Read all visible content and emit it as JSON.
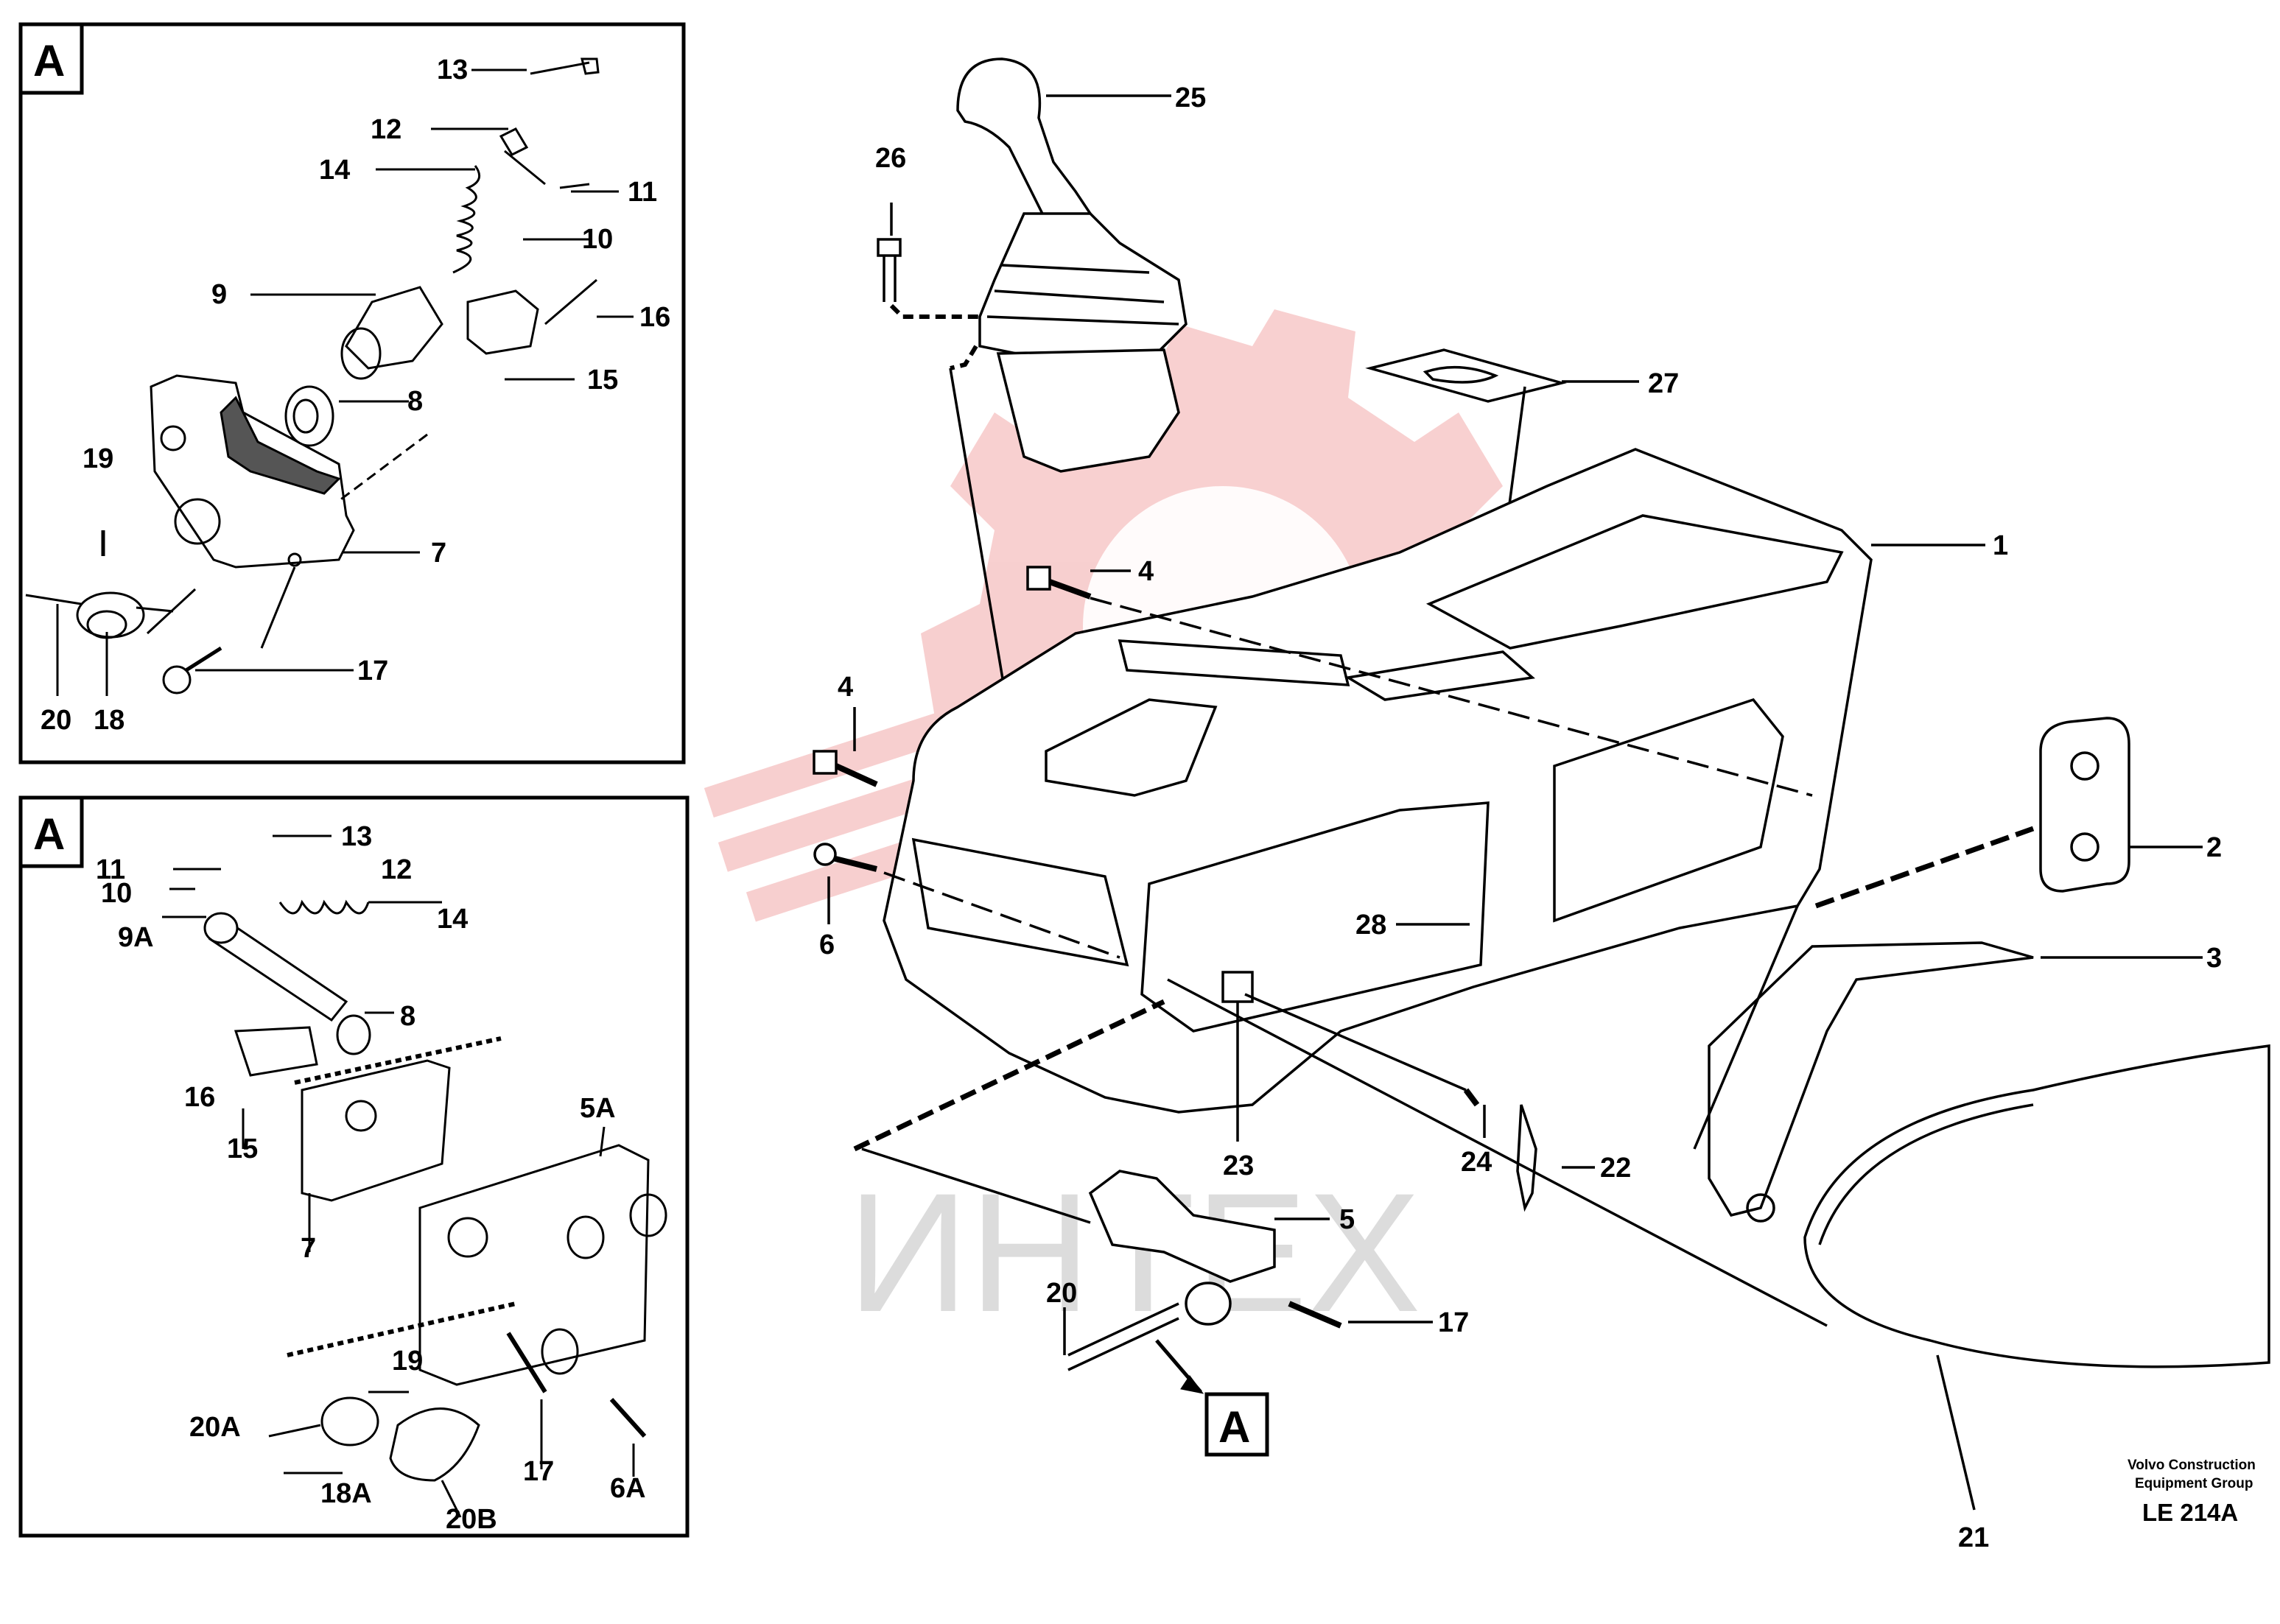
{
  "inset_top": {
    "badge": "A",
    "callouts": [
      "13",
      "12",
      "14",
      "11",
      "10",
      "9",
      "16",
      "8",
      "15",
      "19",
      "7",
      "17",
      "20",
      "18"
    ]
  },
  "inset_bottom": {
    "badge": "A",
    "callouts": [
      "13",
      "11",
      "12",
      "10",
      "9A",
      "14",
      "8",
      "16",
      "15",
      "5A",
      "7",
      "19",
      "20A",
      "18A",
      "20B",
      "17",
      "6A"
    ]
  },
  "main": {
    "callouts": [
      "25",
      "26",
      "27",
      "1",
      "4",
      "4",
      "6",
      "2",
      "3",
      "28",
      "23",
      "24",
      "22",
      "5",
      "20",
      "17",
      "21"
    ],
    "detail_badge": "A"
  },
  "credit": {
    "line1": "Volvo Construction",
    "line2": "Equipment Group",
    "code": "LE 214A"
  },
  "watermark": {
    "text": "ИНТЕХ",
    "logo_color": "#f2a9a9",
    "text_color": "#dcdcdc"
  }
}
